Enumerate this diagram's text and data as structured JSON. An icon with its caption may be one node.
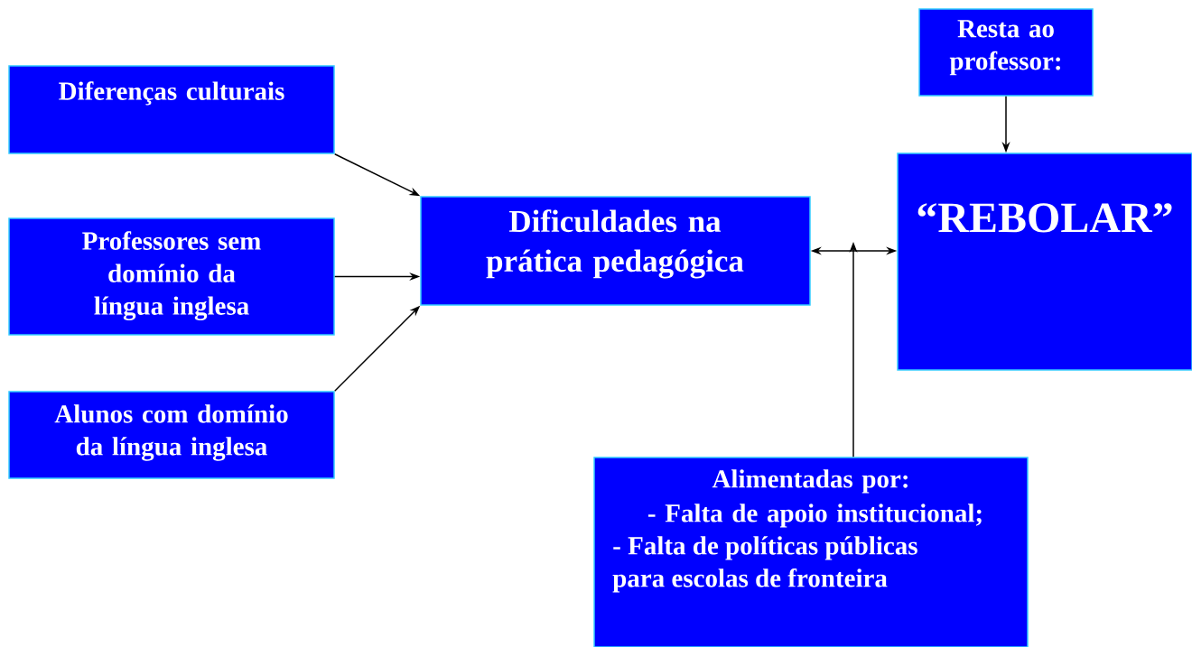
{
  "diagram": {
    "nodes": [
      {
        "text": [
          "Diferenças culturais"
        ]
      },
      {
        "text": [
          "Professores sem domínio da língua inglesa"
        ]
      },
      {
        "text": [
          "Alunos com domínio da língua inglesa"
        ]
      },
      {
        "text": [
          "Dificuldades na prática pedagógica"
        ]
      },
      {
        "text": [
          "Resta ao professor:"
        ]
      },
      {
        "text": [
          "“REBOLAR”"
        ]
      },
      {
        "text": [
          "Alimentadas por:",
          "- Falta de apoio institucional;",
          "- Falta de políticas públicas para escolas de fronteira"
        ]
      }
    ],
    "edges": [
      {
        "from": 0,
        "to": 3,
        "arrow": "to"
      },
      {
        "from": 1,
        "to": 3,
        "arrow": "to"
      },
      {
        "from": 2,
        "to": 3,
        "arrow": "to"
      },
      {
        "from": 3,
        "to": 5,
        "arrow": "both"
      },
      {
        "from": 4,
        "to": 5,
        "arrow": "to"
      },
      {
        "from": 6,
        "to": null,
        "arrow": "to"
      }
    ]
  }
}
